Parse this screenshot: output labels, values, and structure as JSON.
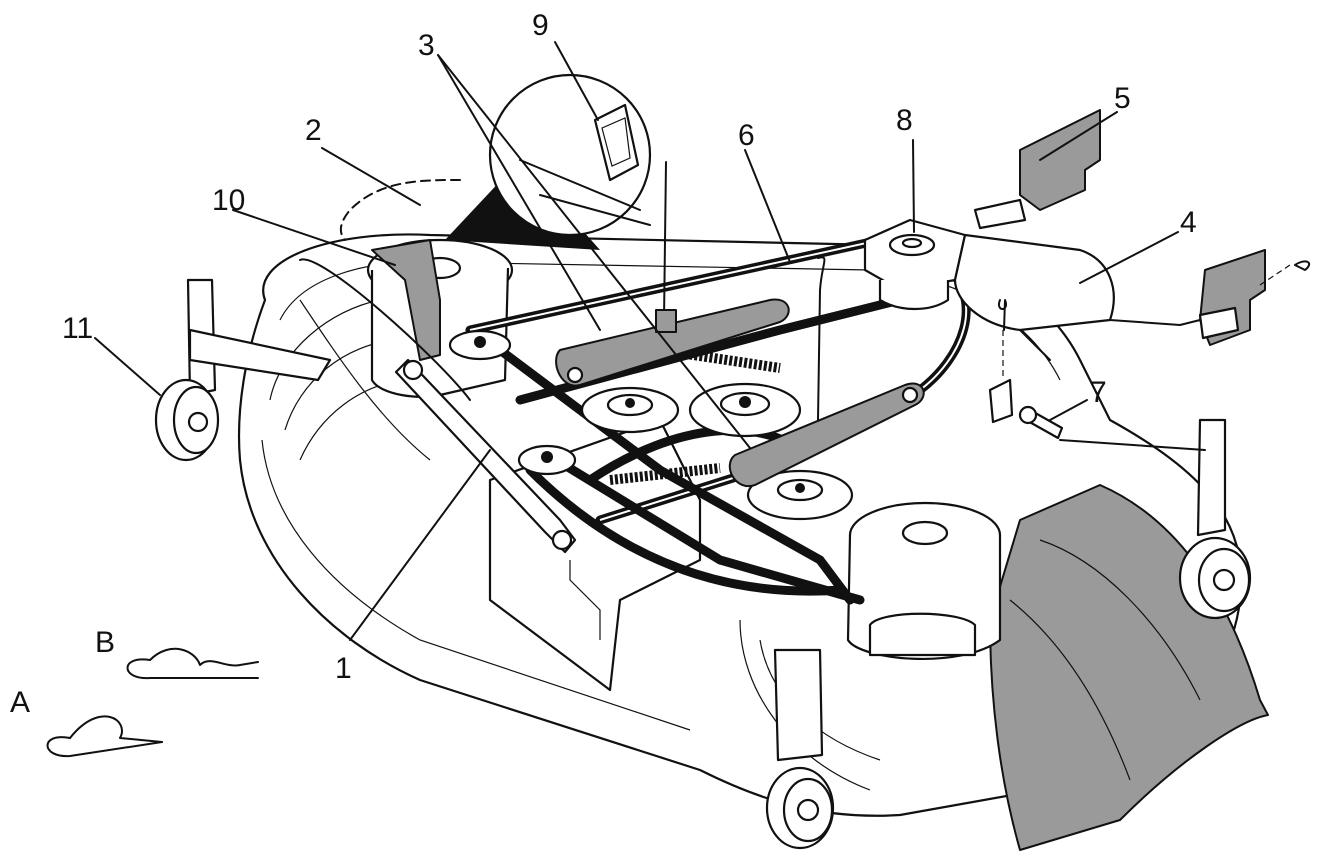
{
  "callouts": {
    "c1": "1",
    "c2": "2",
    "c3": "3",
    "c4": "4",
    "c5": "5",
    "c6": "6",
    "c7": "7",
    "c8": "8",
    "c9": "9",
    "c10": "10",
    "c11": "11",
    "cA": "A",
    "cB": "B"
  }
}
